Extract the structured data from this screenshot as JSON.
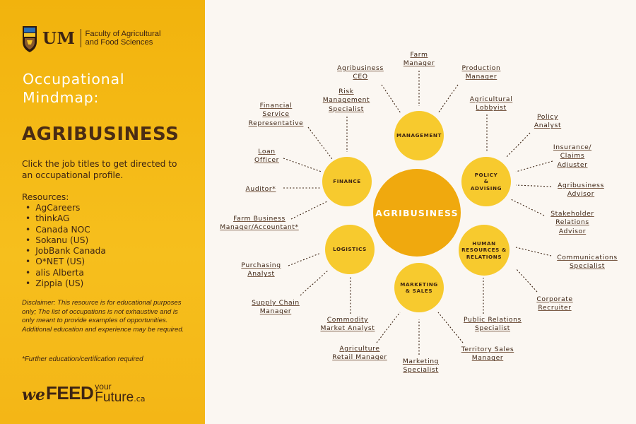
{
  "faculty": {
    "um": "UM",
    "name_line1": "Faculty of Agricultural",
    "name_line2": "and Food Sciences"
  },
  "title": "Occupational\nMindmap:",
  "heading": "AGRIBUSINESS",
  "instructions": "Click the job titles to get directed to an occupational profile.",
  "resources_label": "Resources:",
  "resources": [
    "AgCareers",
    "thinkAG",
    "Canada NOC",
    "Sokanu (US)",
    "JobBank Canada",
    "O*NET (US)",
    "alis Alberta",
    "Zippia (US)"
  ],
  "disclaimer": "Disclaimer: This resource is for educational purposes only; The list of occupations is not exhaustive and is only meant to provide examples of opportunities. Additional education and experience may be required.",
  "further": "*Further education/certification required",
  "brand": {
    "we": "we",
    "feed": "FEED",
    "your": "your",
    "future": "Future",
    "ca": ".ca"
  },
  "colors": {
    "panel": "#f4b616",
    "center": "#f0a90e",
    "node": "#f7ca2e",
    "text": "#3d2413"
  },
  "center_label": "AGRIBUSINESS",
  "categories": {
    "management": "MANAGEMENT",
    "finance": "FINANCE",
    "policy": "POLICY\n&\nADVISING",
    "logistics": "LOGISTICS",
    "hr": "HUMAN\nRESOURCES &\nRELATIONS",
    "marketing": "MARKETING\n& SALES"
  },
  "jobs": {
    "farm_manager": "Farm\nManager",
    "agribusiness_ceo": "Agribusiness\nCEO",
    "production_manager": "Production\nManager",
    "risk_management": "Risk\nManagement\nSpecialist",
    "agricultural_lobbyist": "Agricultural\nLobbyist",
    "financial_service": "Financial\nService\nRepresentative",
    "policy_analyst": "Policy\nAnalyst",
    "insurance_claims": "Insurance/\nClaims\nAdjuster",
    "loan_officer": "Loan\nOfficer",
    "agribusiness_advisor": "Agribusiness\nAdvisor",
    "auditor": "Auditor*",
    "stakeholder_relations": "Stakeholder\nRelations\nAdvisor",
    "farm_business_manager": "Farm Business\nManager/Accountant*",
    "communications_specialist": "Communications\nSpecialist",
    "purchasing_analyst": "Purchasing\nAnalyst",
    "corporate_recruiter": "Corporate\nRecruiter",
    "supply_chain_manager": "Supply Chain\nManager",
    "public_relations": "Public Relations\nSpecialist",
    "commodity_market": "Commodity\nMarket Analyst",
    "territory_sales": "Territory Sales\nManager",
    "agriculture_retail": "Agriculture\nRetail Manager",
    "marketing_specialist": "Marketing\nSpecialist"
  }
}
